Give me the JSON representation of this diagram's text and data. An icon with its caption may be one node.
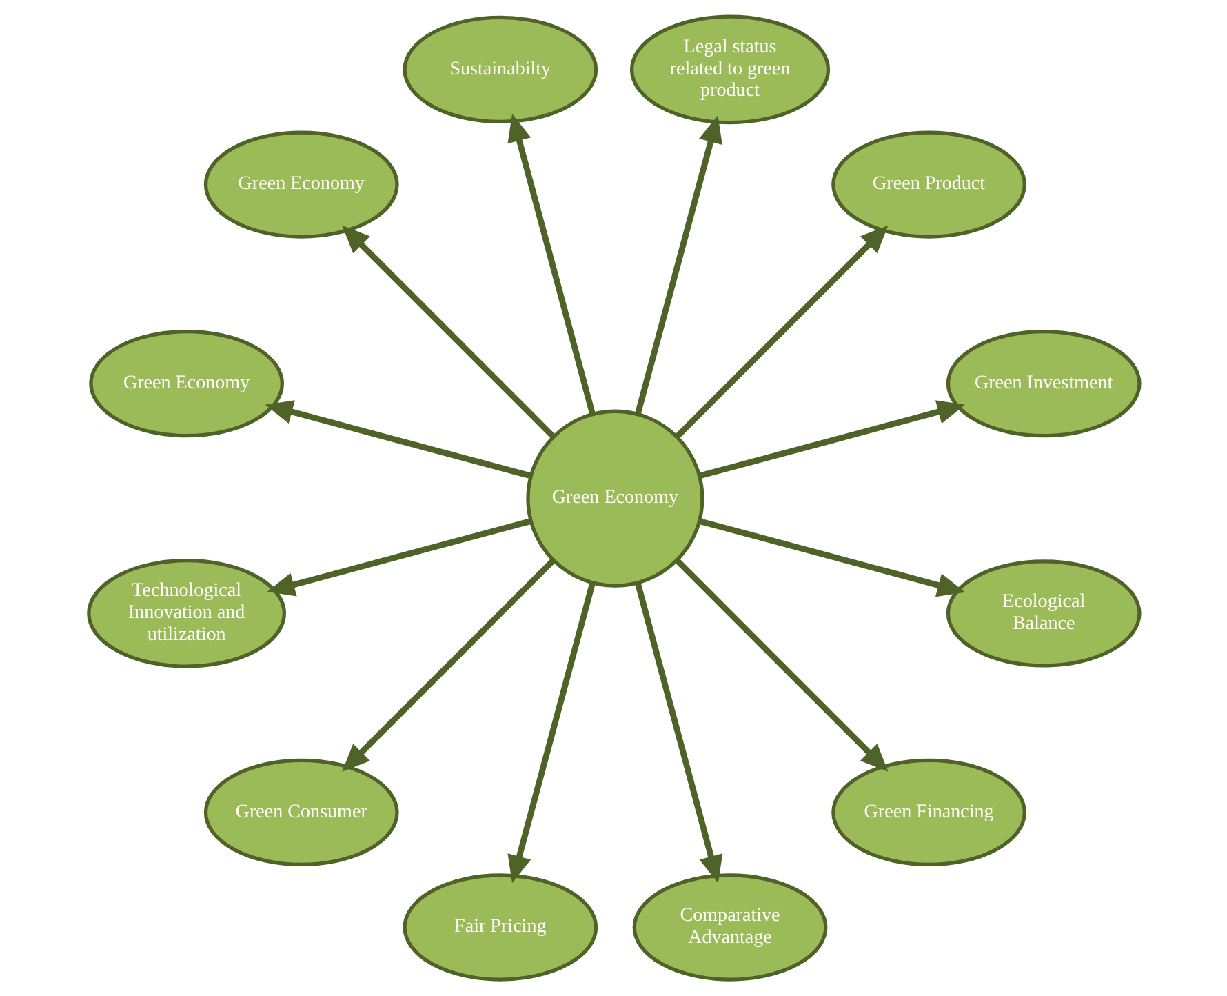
{
  "diagram": {
    "nodes": [
      {
        "text": [
          "Green Economy"
        ]
      },
      {
        "text": [
          "Green Investment"
        ]
      },
      {
        "text": [
          "Green Product"
        ]
      },
      {
        "text": [
          "Legal status related to green product"
        ]
      },
      {
        "text": [
          "Sustainabilty"
        ]
      },
      {
        "text": [
          "Green Economy"
        ]
      },
      {
        "text": [
          "Green Economy"
        ]
      },
      {
        "text": [
          "Technological Innovation and utilization"
        ]
      },
      {
        "text": [
          "Green Consumer"
        ]
      },
      {
        "text": [
          "Fair Pricing"
        ]
      },
      {
        "text": [
          "Comparative Advantage"
        ]
      },
      {
        "text": [
          "Green Financing"
        ]
      },
      {
        "text": [
          "Ecological Balance"
        ]
      }
    ],
    "edges": [
      {
        "from": 0,
        "to": 1,
        "arrow": "to"
      },
      {
        "from": 0,
        "to": 2,
        "arrow": "to"
      },
      {
        "from": 0,
        "to": 3,
        "arrow": "to"
      },
      {
        "from": 0,
        "to": 4,
        "arrow": "to"
      },
      {
        "from": 0,
        "to": 5,
        "arrow": "to"
      },
      {
        "from": 0,
        "to": 6,
        "arrow": "to"
      },
      {
        "from": 0,
        "to": 7,
        "arrow": "to"
      },
      {
        "from": 0,
        "to": 8,
        "arrow": "to"
      },
      {
        "from": 0,
        "to": 9,
        "arrow": "to"
      },
      {
        "from": 0,
        "to": 10,
        "arrow": "to"
      },
      {
        "from": 0,
        "to": 11,
        "arrow": "to"
      },
      {
        "from": 0,
        "to": 12,
        "arrow": "to"
      }
    ]
  }
}
